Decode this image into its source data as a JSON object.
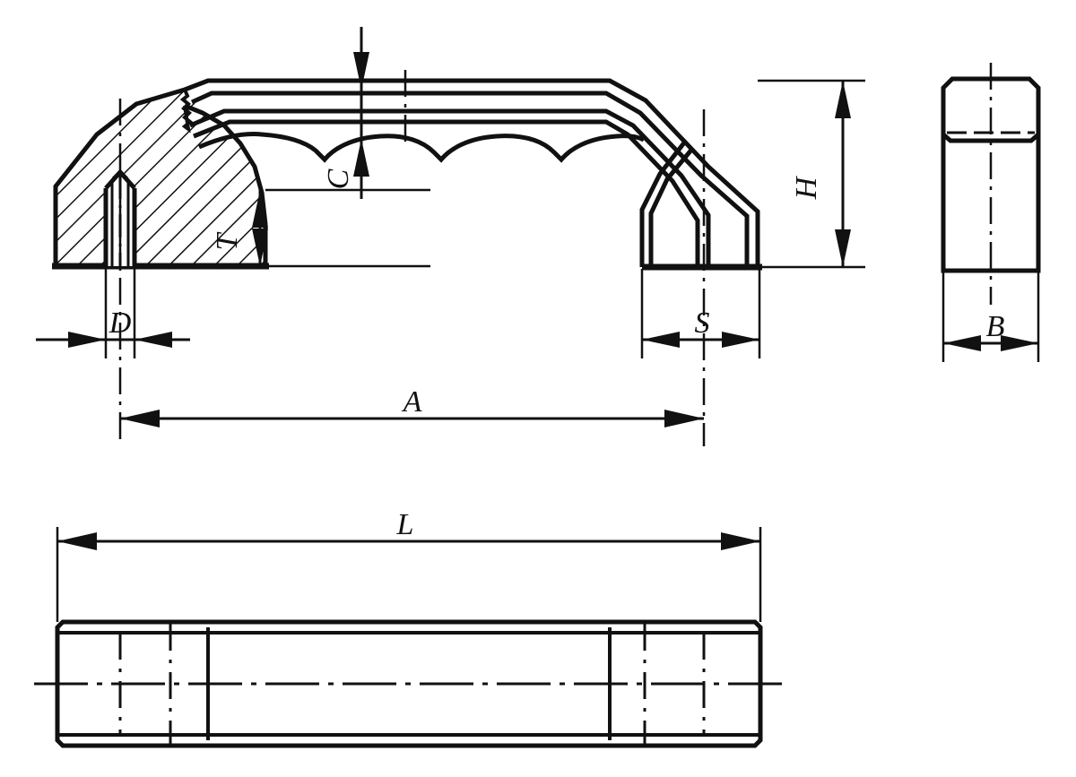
{
  "drawing": {
    "title": "Bridge handle technical drawing",
    "type": "engineering-dimension-drawing",
    "line_color": "#111111",
    "background": "#ffffff",
    "views": [
      {
        "name": "front-sectional-view",
        "description": "Bridge handle, left leg in section with hatching and threaded blind hole, scalloped grip underside"
      },
      {
        "name": "side-view",
        "description": "End view of handle leg, rectangular with chamfered top corners"
      },
      {
        "name": "plan-view",
        "description": "Top view of handle, elongated rectangle with centreline and mounting hole axes"
      }
    ]
  },
  "dimensions": {
    "A": {
      "label": "A",
      "view": "front-sectional-view",
      "orientation": "horizontal",
      "description": "Mounting hole centre distance"
    },
    "B": {
      "label": "B",
      "view": "side-view",
      "orientation": "horizontal",
      "description": "Handle width"
    },
    "C": {
      "label": "C",
      "view": "front-sectional-view",
      "orientation": "vertical",
      "description": "Grip bar thickness"
    },
    "D": {
      "label": "D",
      "view": "front-sectional-view",
      "orientation": "horizontal",
      "description": "Threaded hole diameter"
    },
    "H": {
      "label": "H",
      "view": "front-sectional-view",
      "orientation": "vertical",
      "description": "Overall handle height"
    },
    "L": {
      "label": "L",
      "view": "plan-view",
      "orientation": "horizontal",
      "description": "Overall handle length"
    },
    "S": {
      "label": "S",
      "view": "front-sectional-view",
      "orientation": "horizontal",
      "description": "Leg foot width"
    },
    "T": {
      "label": "T",
      "view": "front-sectional-view",
      "orientation": "vertical",
      "description": "Threaded hole depth"
    }
  }
}
